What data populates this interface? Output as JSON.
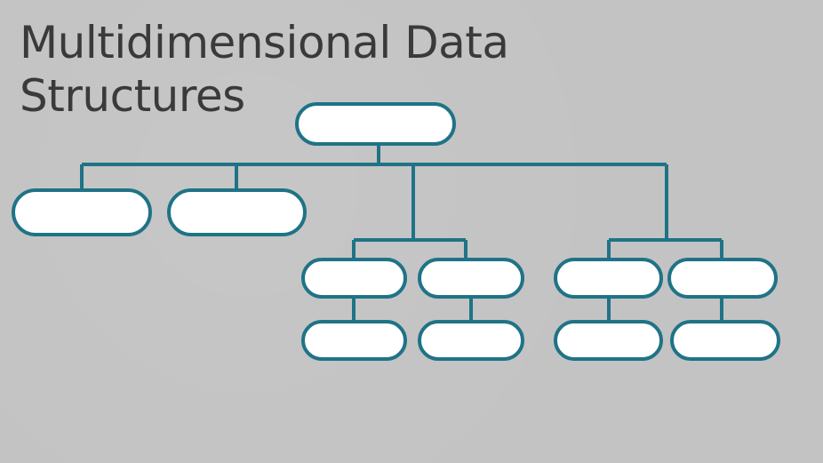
{
  "slide": {
    "title_lines": [
      "Multidimensional Data",
      "Structures"
    ]
  },
  "colors": {
    "background": "#c3c3c3",
    "title_text": "#3a3a3a",
    "tree_stroke": "#1f7387",
    "node_fill": "#ffffff"
  },
  "tree": {
    "nodes": [
      {
        "id": "root",
        "label": ""
      },
      {
        "id": "level1-a",
        "label": ""
      },
      {
        "id": "level1-b",
        "label": ""
      },
      {
        "id": "branch-left-a",
        "label": ""
      },
      {
        "id": "branch-left-b",
        "label": ""
      },
      {
        "id": "branch-left-a-child",
        "label": ""
      },
      {
        "id": "branch-left-b-child",
        "label": ""
      },
      {
        "id": "branch-right-a",
        "label": ""
      },
      {
        "id": "branch-right-b",
        "label": ""
      },
      {
        "id": "branch-right-a-child",
        "label": ""
      },
      {
        "id": "branch-right-b-child",
        "label": ""
      }
    ],
    "continuation_indicators": 2
  }
}
